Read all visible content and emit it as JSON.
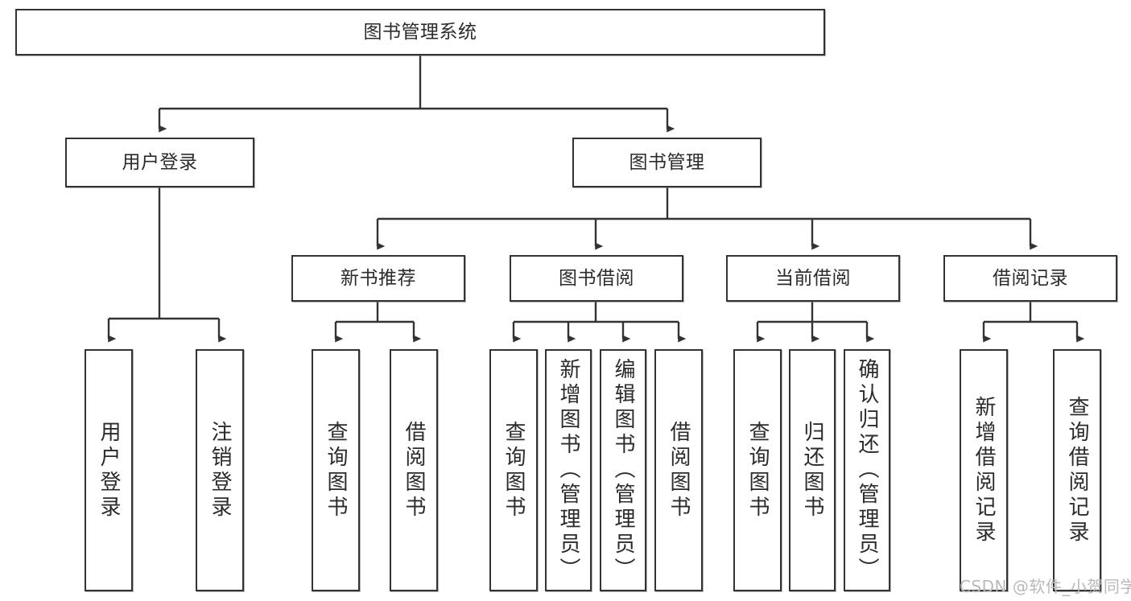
{
  "diagram": {
    "type": "tree-hierarchy-chart",
    "title": "图书管理系统",
    "orientation": "top-down",
    "colors": {
      "box_border": "#333333",
      "box_fill": "#ffffff",
      "connector": "#333333",
      "text": "#2b2b2b",
      "watermark": "#b9b9b9",
      "background": "#ffffff"
    },
    "root": {
      "label": "图书管理系统"
    },
    "level2": [
      {
        "label": "用户登录"
      },
      {
        "label": "图书管理"
      }
    ],
    "level3": [
      {
        "label": "新书推荐"
      },
      {
        "label": "图书借阅"
      },
      {
        "label": "当前借阅"
      },
      {
        "label": "借阅记录"
      }
    ],
    "leaves": {
      "user_login": [
        {
          "label": "用户登录"
        },
        {
          "label": "注销登录"
        }
      ],
      "new_book_recommend": [
        {
          "label": "查询图书"
        },
        {
          "label": "借阅图书"
        }
      ],
      "book_borrow": [
        {
          "label": "查询图书"
        },
        {
          "label": "新增图书（管理员）"
        },
        {
          "label": "编辑图书（管理员）"
        },
        {
          "label": "借阅图书"
        }
      ],
      "current_borrow": [
        {
          "label": "查询图书"
        },
        {
          "label": "归还图书"
        },
        {
          "label": "确认归还（管理员）"
        }
      ],
      "borrow_record": [
        {
          "label": "新增借阅记录"
        },
        {
          "label": "查询借阅记录"
        }
      ]
    }
  },
  "watermark": {
    "text": "CSDN @软件_小贺同学"
  }
}
